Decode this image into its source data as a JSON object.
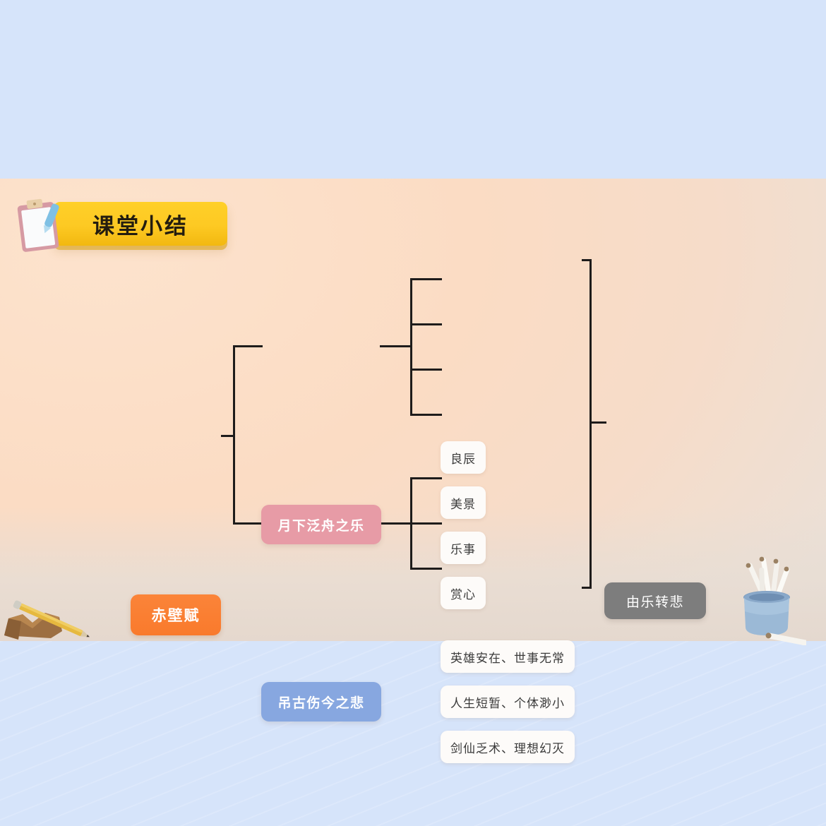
{
  "slide": {
    "title": "课堂小结",
    "background_color": "#fbdcc4",
    "letterbox_color": "#d6e4fa"
  },
  "decorations": [
    {
      "name": "clipboard-icon",
      "label": "剪贴板"
    },
    {
      "name": "pencil-cup-icon",
      "label": "笔筒"
    },
    {
      "name": "wood-block-pencil-icon",
      "label": "木块与铅笔"
    }
  ],
  "mindmap": {
    "type": "tree",
    "root": {
      "label": "赤壁赋",
      "color": "#f97a2c"
    },
    "branches": [
      {
        "label": "月下泛舟之乐",
        "color": "#e79ba6",
        "children": [
          {
            "label": "良辰"
          },
          {
            "label": "美景"
          },
          {
            "label": "乐事"
          },
          {
            "label": "赏心"
          }
        ]
      },
      {
        "label": "吊古伤今之悲",
        "color": "#87a7e0",
        "children": [
          {
            "label": "英雄安在、世事无常"
          },
          {
            "label": "人生短暂、个体渺小"
          },
          {
            "label": "剑仙乏术、理想幻灭"
          }
        ]
      }
    ],
    "summary": {
      "label": "由乐转悲",
      "color": "#7d7d7d"
    },
    "leaf_color": "#fdfbf9",
    "connector_color": "#1e1c1b"
  }
}
